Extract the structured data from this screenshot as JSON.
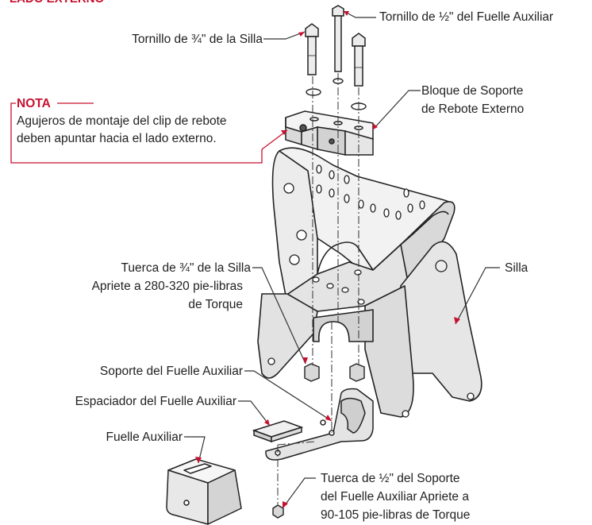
{
  "section_title": "LADO EXTERNO",
  "note": {
    "title": "NOTA",
    "lines": [
      "Agujeros de montaje del clip de rebote",
      "deben apuntar hacia el lado externo."
    ]
  },
  "labels": {
    "saddle_bolt": "Tornillo de ¾\" de la Silla",
    "aux_bellows_bolt": "Tornillo de ½\" del Fuelle Auxiliar",
    "support_block_1": "Bloque de Soporte",
    "support_block_2": "de Rebote Externo",
    "saddle_nut_1": "Tuerca de ¾\" de la Silla",
    "saddle_nut_2": "Apriete a 280-320 pie-libras",
    "saddle_nut_3": "de Torque",
    "saddle": "Silla",
    "aux_bellows_support": "Soporte del Fuelle Auxiliar",
    "aux_bellows_spacer": "Espaciador del Fuelle Auxiliar",
    "aux_bellows": "Fuelle Auxiliar",
    "support_nut_1": "Tuerca de ½\" del Soporte",
    "support_nut_2": "del Fuelle Auxiliar Apriete a",
    "support_nut_3": "90-105 pie-libras de Torque"
  },
  "colors": {
    "accent": "#c8102e",
    "line": "#222222",
    "part_fill": "#ececec",
    "part_shade": "#d2d2d2"
  }
}
